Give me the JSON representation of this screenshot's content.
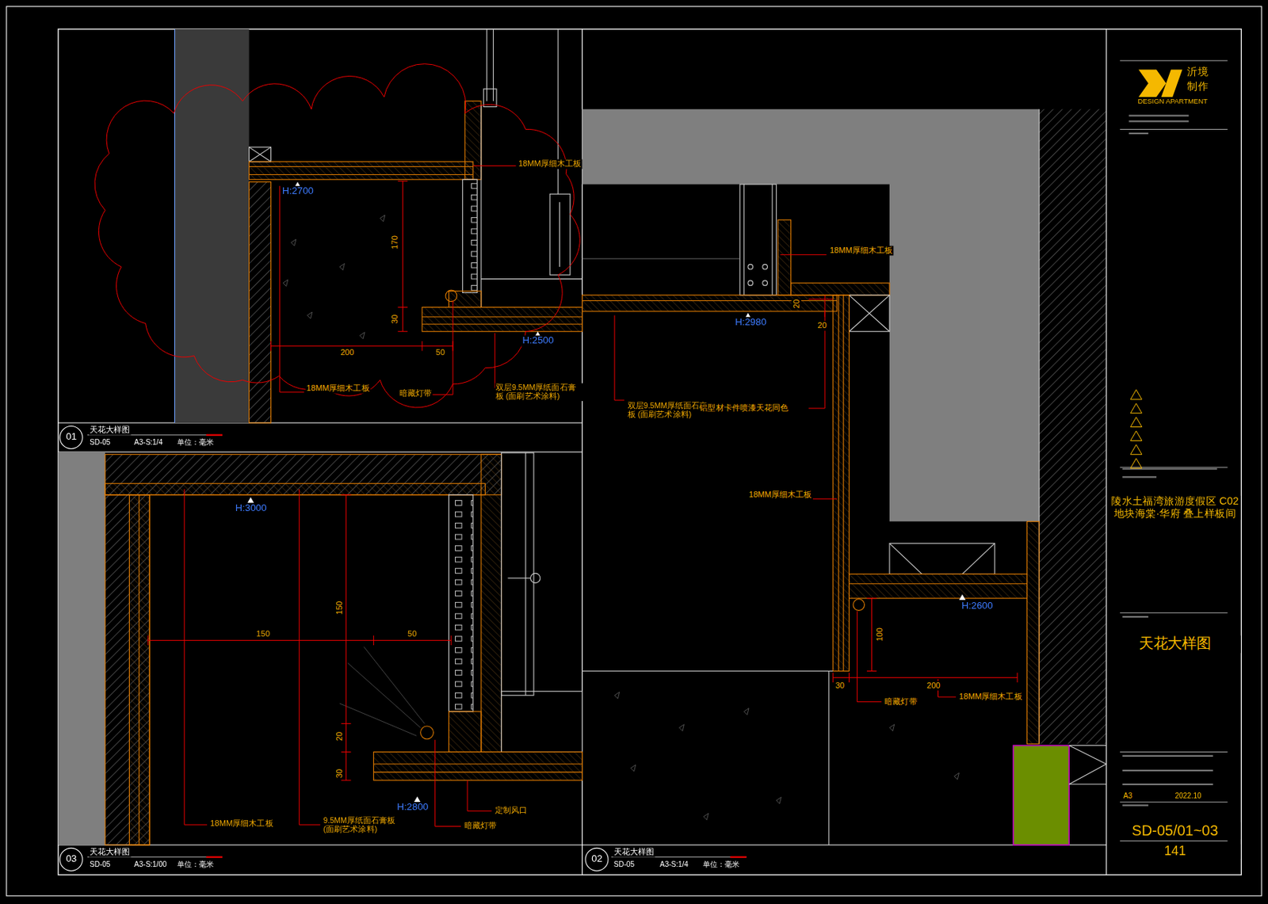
{
  "diagram": {
    "labels": [
      "18MM厚细木工板",
      "H:2700",
      "170",
      "30",
      "200",
      "50",
      "H:2500",
      "18MM厚细木工板",
      "暗藏灯带",
      "双层9.5MM厚纸面石膏板 (面刷艺术涂料)",
      "01",
      "天花大样图",
      "SD-05",
      "A3-S:1/4",
      "单位：毫米",
      "18MM厚细木工板",
      "H:2980",
      "20",
      "20",
      "双层9.5MM厚纸面石膏板 (面刷艺术涂料)",
      "铝型材卡件喷漆天花同色",
      "18MM厚细木工板",
      "H:2600",
      "100",
      "30",
      "200",
      "暗藏灯带",
      "18MM厚细木工板",
      "02",
      "天花大样图",
      "SD-05",
      "A3-S:1/4",
      "单位：毫米",
      "H:3000",
      "150",
      "50",
      "150",
      "20",
      "30",
      "H:2800",
      "18MM厚细木工板",
      "9.5MM厚纸面石膏板 (面刷艺术涂料)",
      "定制风口",
      "暗藏灯带",
      "03",
      "天花大样图",
      "SD-05",
      "A3-S:1/00",
      "单位：毫米",
      "沂境",
      "制作",
      "DESIGN APARTMENT",
      "陵水土福湾旅游度假区 C02地块海棠·华府 叠上样板间",
      "天花大样图",
      "A3",
      "2022.10",
      "SD-05/01~03",
      "141"
    ]
  }
}
